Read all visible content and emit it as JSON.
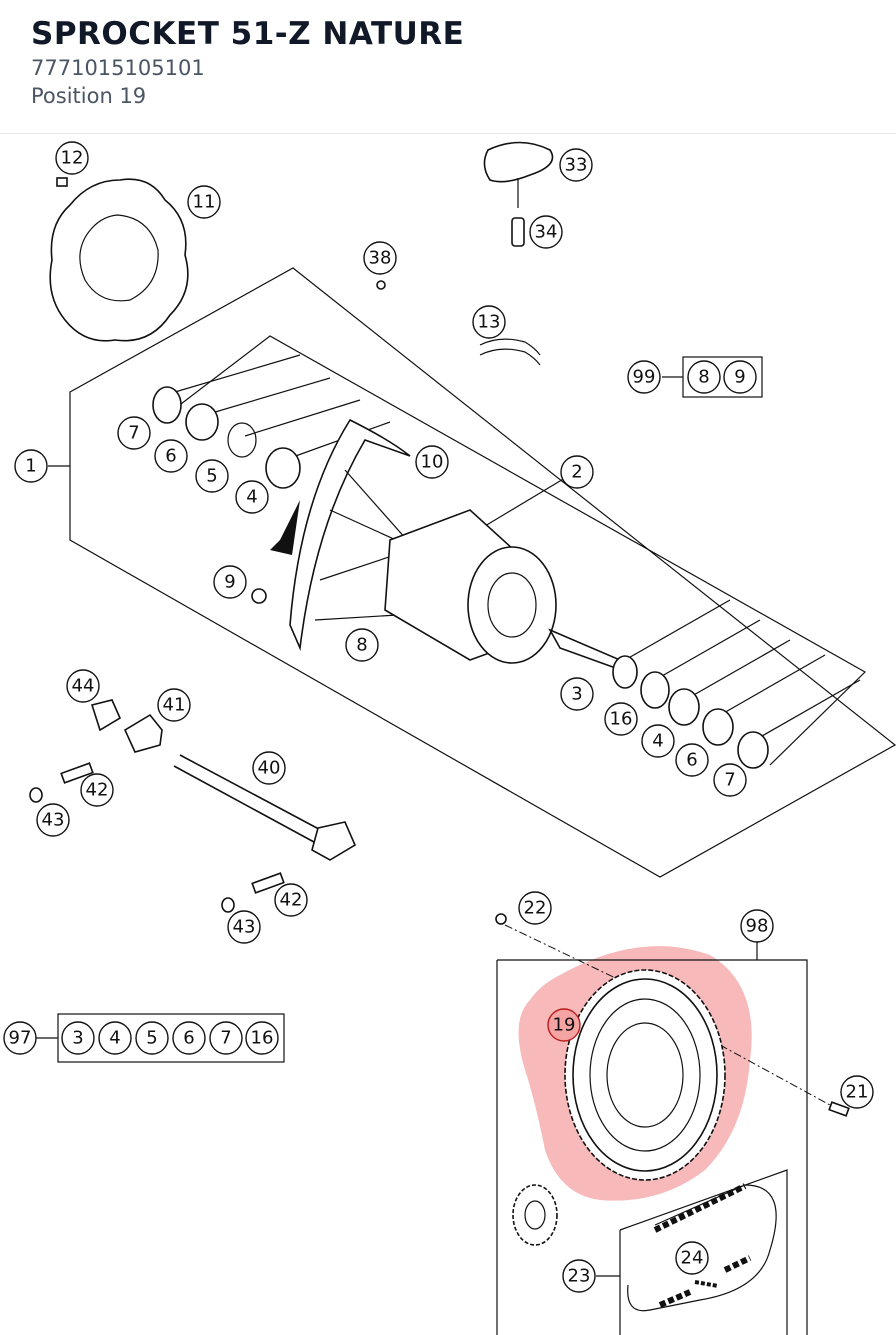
{
  "header": {
    "title": "SPROCKET 51-Z NATURE",
    "part_number": "7771015105101",
    "position": "Position 19"
  },
  "highlight_color": "#f08080",
  "callouts": [
    {
      "id": "c12",
      "label": "12"
    },
    {
      "id": "c11",
      "label": "11"
    },
    {
      "id": "c33",
      "label": "33"
    },
    {
      "id": "c34",
      "label": "34"
    },
    {
      "id": "c38",
      "label": "38"
    },
    {
      "id": "c13",
      "label": "13"
    },
    {
      "id": "c99",
      "label": "99"
    },
    {
      "id": "c99a",
      "label": "8"
    },
    {
      "id": "c99b",
      "label": "9"
    },
    {
      "id": "c1",
      "label": "1"
    },
    {
      "id": "c7a",
      "label": "7"
    },
    {
      "id": "c6a",
      "label": "6"
    },
    {
      "id": "c5",
      "label": "5"
    },
    {
      "id": "c4a",
      "label": "4"
    },
    {
      "id": "c10",
      "label": "10"
    },
    {
      "id": "c2",
      "label": "2"
    },
    {
      "id": "c9",
      "label": "9"
    },
    {
      "id": "c8",
      "label": "8"
    },
    {
      "id": "c3",
      "label": "3"
    },
    {
      "id": "c16",
      "label": "16"
    },
    {
      "id": "c4b",
      "label": "4"
    },
    {
      "id": "c6b",
      "label": "6"
    },
    {
      "id": "c7b",
      "label": "7"
    },
    {
      "id": "c44",
      "label": "44"
    },
    {
      "id": "c41",
      "label": "41"
    },
    {
      "id": "c40",
      "label": "40"
    },
    {
      "id": "c42a",
      "label": "42"
    },
    {
      "id": "c43a",
      "label": "43"
    },
    {
      "id": "c42b",
      "label": "42"
    },
    {
      "id": "c43b",
      "label": "43"
    },
    {
      "id": "c22",
      "label": "22"
    },
    {
      "id": "c98",
      "label": "98"
    },
    {
      "id": "c19",
      "label": "19"
    },
    {
      "id": "c21",
      "label": "21"
    },
    {
      "id": "c97",
      "label": "97"
    },
    {
      "id": "c97a",
      "label": "3"
    },
    {
      "id": "c97b",
      "label": "4"
    },
    {
      "id": "c97c",
      "label": "5"
    },
    {
      "id": "c97d",
      "label": "6"
    },
    {
      "id": "c97e",
      "label": "7"
    },
    {
      "id": "c97f",
      "label": "16"
    },
    {
      "id": "c23",
      "label": "23"
    },
    {
      "id": "c24",
      "label": "24"
    }
  ]
}
